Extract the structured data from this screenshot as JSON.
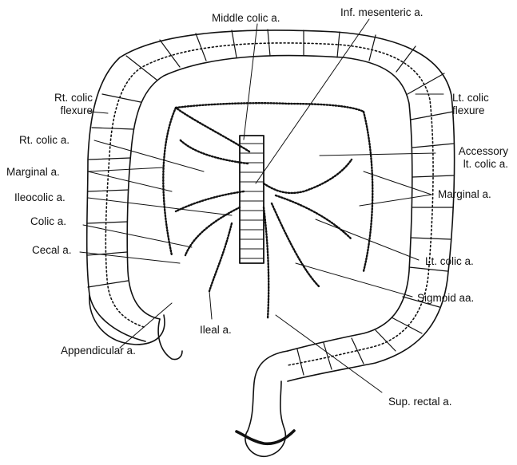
{
  "colors": {
    "ink": "#111111",
    "paper": "#ffffff"
  },
  "labels": {
    "middle_colic": "Middle colic a.",
    "inf_mesenteric": "Inf. mesenteric a.",
    "rt_colic_flexure": "Rt. colic\nflexure",
    "lt_colic_flexure": "Lt. colic\nflexure",
    "rt_colic_a": "Rt. colic a.",
    "accessory_lt_colic": "Accessory\nlt. colic a.",
    "marginal_left": "Marginal a.",
    "marginal_right": "Marginal a.",
    "ileocolic": "Ileocolic a.",
    "colic": "Colic a.",
    "cecal": "Cecal a.",
    "lt_colic_a": "Lt. colic a.",
    "sigmoid": "Sigmoid aa.",
    "ileal": "Ileal a.",
    "appendicular": "Appendicular a.",
    "sup_rectal": "Sup. rectal a."
  }
}
